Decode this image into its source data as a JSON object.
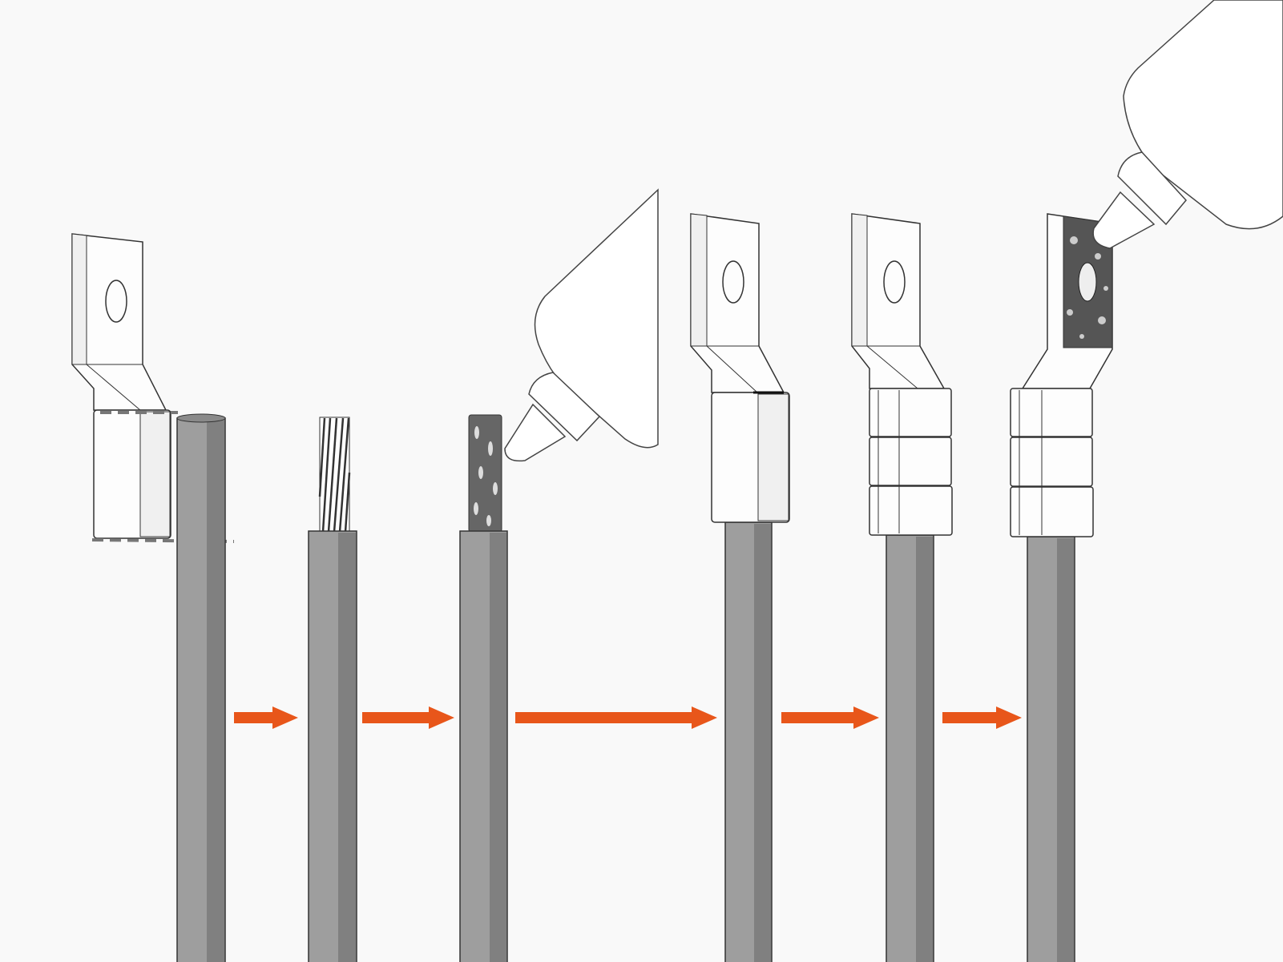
{
  "colors": {
    "background": "#f9f9f9",
    "arrow": "#e8561a",
    "cable_insulation": "#9e9e9e",
    "cable_shade": "#808080",
    "lug": "#fdfdfd",
    "compound": "#555555"
  },
  "steps": [
    {
      "id": 1,
      "icon": "lug-and-cable-measure"
    },
    {
      "id": 2,
      "icon": "stripped-cable"
    },
    {
      "id": 3,
      "icon": "apply-compound-to-strands"
    },
    {
      "id": 4,
      "icon": "lug-fitted"
    },
    {
      "id": 5,
      "icon": "lug-crimped"
    },
    {
      "id": 6,
      "icon": "apply-compound-to-lug"
    }
  ],
  "arrows": 5
}
